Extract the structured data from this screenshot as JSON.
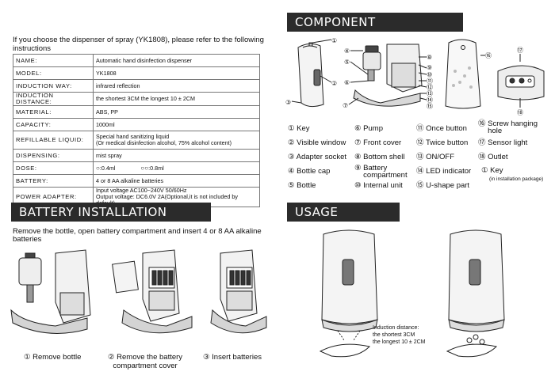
{
  "intro": "If you choose the dispenser of spray (YK1808), please refer to the following instructions",
  "spec_rows": [
    {
      "key": "NAME:",
      "value": "Automatic hand disinfection dispenser"
    },
    {
      "key": "MODEL:",
      "value": "YK1808"
    },
    {
      "key": "INDUCTION WAY:",
      "value": "infrared reflection"
    },
    {
      "key": "INDUCTION DISTANCE:",
      "value": "the shortest 3CM     the longest 10 ± 2CM"
    },
    {
      "key": "MATERIAL:",
      "value": "ABS,  PP"
    },
    {
      "key": "CAPACITY:",
      "value": "1000ml"
    },
    {
      "key": "REFILLABLE LIQUID:",
      "value": "Special hand sanitizing liquid",
      "value2": "(Or medical disinfection alcohol, 75% alcohol content)"
    },
    {
      "key": "DISPENSING:",
      "value": "mist spray"
    },
    {
      "key": "DOSE:",
      "value": ":0.4ml",
      "value2": ":0.8ml"
    },
    {
      "key": "BATTERY:",
      "value": "4 or 8 AA alkaline batteries"
    },
    {
      "key": "POWER ADAPTER:",
      "value": "Input voltage    AC100~240V   50/60Hz",
      "value2": "Output voltage: DC6.0V  2A(Optional,it is not included by default)"
    }
  ],
  "component": {
    "title": "COMPONENT DESCRIPTION:",
    "items": [
      {
        "num": "①",
        "label": "Key"
      },
      {
        "num": "②",
        "label": "Visible window"
      },
      {
        "num": "③",
        "label": "Adapter socket"
      },
      {
        "num": "④",
        "label": "Bottle cap"
      },
      {
        "num": "⑤",
        "label": "Bottle"
      },
      {
        "num": "⑥",
        "label": "Pump"
      },
      {
        "num": "⑦",
        "label": "Front cover"
      },
      {
        "num": "⑧",
        "label": "Bottom shell"
      },
      {
        "num": "⑨",
        "label": "Battery",
        "label2": "compartment"
      },
      {
        "num": "⑩",
        "label": "Internal unit"
      },
      {
        "num": "⑪",
        "label": "Once button"
      },
      {
        "num": "⑫",
        "label": "Twice button"
      },
      {
        "num": "⑬",
        "label": "ON/OFF"
      },
      {
        "num": "⑭",
        "label": "LED indicator"
      },
      {
        "num": "⑮",
        "label": "U-shape part"
      },
      {
        "num": "⑯",
        "label": "Screw hanging",
        "label2": "hole"
      },
      {
        "num": "⑰",
        "label": "Sensor light"
      },
      {
        "num": "⑱",
        "label": "Outlet"
      },
      {
        "num": "①",
        "label": "Key",
        "label2": "(in installation package)"
      }
    ]
  },
  "battery": {
    "title": "BATTERY INSTALLATION STEPS:",
    "desc": "Remove the bottle, open battery compartment and insert 4 or 8 AA alkaline batteries",
    "steps": [
      {
        "label": "① Remove bottle"
      },
      {
        "label": "② Remove the battery",
        "label2": "compartment cover"
      },
      {
        "label": "③ Insert batteries"
      }
    ]
  },
  "usage": {
    "title": "USAGE EXAMPLE:",
    "note1": "Induction distance:",
    "note2": "the shortest 3CM",
    "note3": "the longest 10 ± 2CM"
  },
  "callouts": {
    "c1": "①",
    "c2": "②",
    "c3": "③",
    "c4": "④",
    "c5": "⑤",
    "c6": "⑥",
    "c7": "⑦",
    "c8": "⑧",
    "c9": "⑨",
    "c10": "⑩",
    "c11": "⑪",
    "c12": "⑫",
    "c13": "⑬",
    "c14": "⑭",
    "c15": "⑮",
    "c16": "⑯",
    "c17": "⑰",
    "c18": "⑱"
  },
  "colors": {
    "header_bg": "#2b2b2b",
    "header_fg": "#ffffff",
    "border": "#777777"
  }
}
